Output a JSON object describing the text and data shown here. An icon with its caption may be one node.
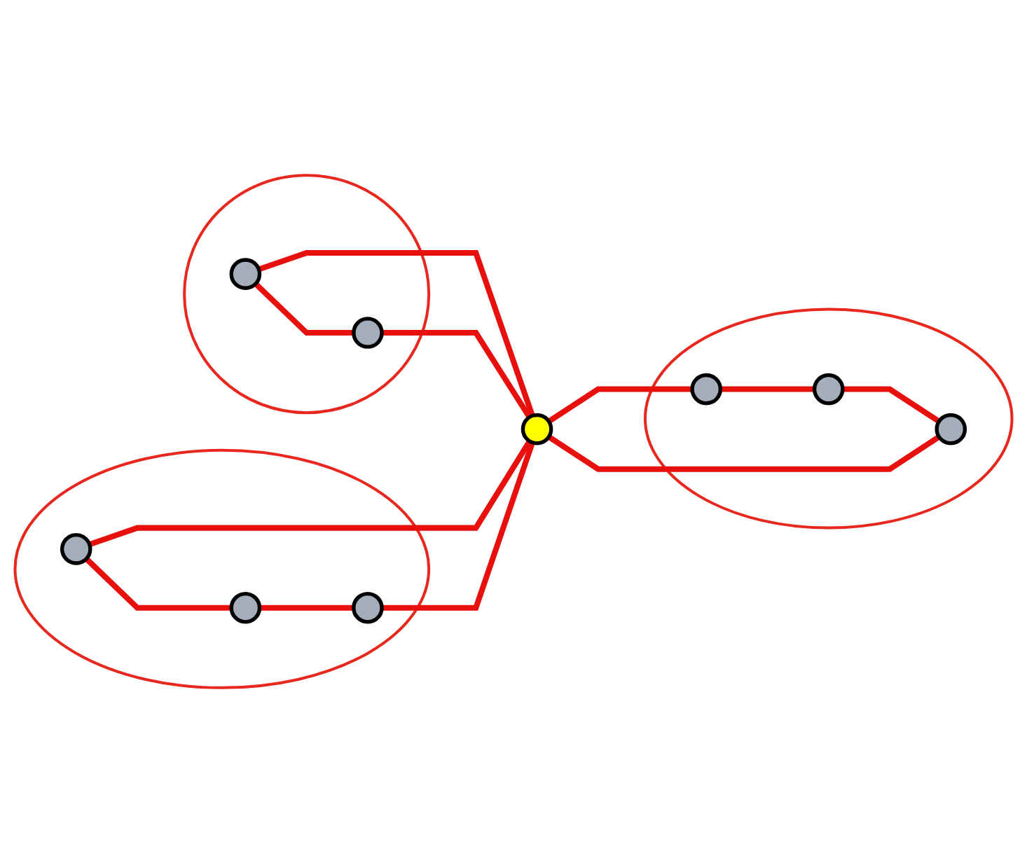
{
  "diagram": {
    "nodes": [
      {
        "text": [],
        "shape": "ellipse"
      },
      {
        "text": [],
        "shape": "circle",
        "in": 0
      },
      {
        "text": [],
        "shape": "circle",
        "in": 0
      },
      {
        "text": [],
        "shape": "ellipse"
      },
      {
        "text": [],
        "shape": "circle",
        "in": 3
      },
      {
        "text": [],
        "shape": "circle",
        "in": 3
      },
      {
        "text": [],
        "shape": "circle",
        "in": 3
      },
      {
        "text": [],
        "shape": "circle"
      },
      {
        "text": [],
        "shape": "ellipse"
      },
      {
        "text": [],
        "shape": "circle",
        "in": 8
      },
      {
        "text": [],
        "shape": "circle",
        "in": 8
      },
      {
        "text": [],
        "shape": "circle",
        "in": 8
      }
    ],
    "edges": [
      {
        "from": 1,
        "to": 2,
        "arrow": "none"
      },
      {
        "from": 1,
        "to": 7,
        "arrow": "none"
      },
      {
        "from": 2,
        "to": 7,
        "arrow": "none"
      },
      {
        "from": 4,
        "to": 5,
        "arrow": "none"
      },
      {
        "from": 5,
        "to": 6,
        "arrow": "none"
      },
      {
        "from": 4,
        "to": 7,
        "arrow": "none"
      },
      {
        "from": 6,
        "to": 7,
        "arrow": "none"
      },
      {
        "from": 7,
        "to": 9,
        "arrow": "none"
      },
      {
        "from": 9,
        "to": 11,
        "arrow": "none"
      },
      {
        "from": 11,
        "to": 10,
        "arrow": "none"
      },
      {
        "from": 7,
        "to": 10,
        "arrow": "none"
      }
    ]
  }
}
